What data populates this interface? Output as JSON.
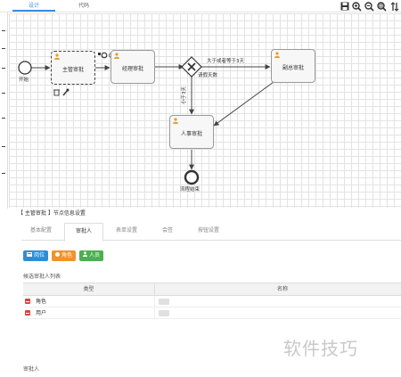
{
  "top_tabs": [
    {
      "label": "设计",
      "active": true
    },
    {
      "label": "代码",
      "active": false
    }
  ],
  "toolbar": {
    "icons": [
      "save-icon",
      "zoom-in-icon",
      "zoom-out-icon",
      "zoom-reset-icon",
      "layout-icon"
    ]
  },
  "diagram": {
    "start_label": "开始",
    "end_label": "流程结束",
    "tasks": {
      "supervisor": "主管审批",
      "manager": "经理审批",
      "vice_president": "副总审批",
      "hr": "人事审批"
    },
    "edges": {
      "greater_than": "大于或者等于3天",
      "less_than": "小于3天",
      "days": "请假天数"
    }
  },
  "panel": {
    "title": "【 主管审批 】节点信息设置",
    "tabs": [
      {
        "label": "基本配置",
        "active": false
      },
      {
        "label": "审批人",
        "active": true
      },
      {
        "label": "表单设置",
        "active": false
      },
      {
        "label": "会签",
        "active": false
      },
      {
        "label": "按钮设置",
        "active": false
      }
    ],
    "buttons": {
      "post": "岗位",
      "role": "角色",
      "person": "人员"
    },
    "list_title": "候选审批人列表",
    "table": {
      "columns": [
        "类型",
        "名称"
      ],
      "rows": [
        {
          "type": "角色"
        },
        {
          "type": "用户"
        }
      ]
    },
    "approver_label": "审批人"
  },
  "watermark": "软件技巧",
  "colors": {
    "accent": "#3a8ee6",
    "button_blue": "#2b8fd8",
    "button_orange": "#f0932b",
    "button_green": "#4caf50",
    "delete_red": "#d9443a"
  }
}
